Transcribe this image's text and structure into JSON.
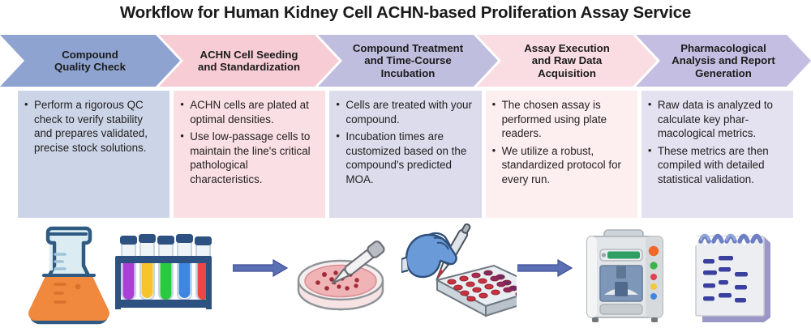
{
  "page": {
    "title": "Workflow for Human Kidney Cell ACHN-based Proliferation Assay Service",
    "background": "#ffffff"
  },
  "banner": {
    "steps": [
      {
        "id": "step-1",
        "label": "Compound\nQuality Check",
        "fill": "#8ea3d0",
        "text_color": "#1b1b1b"
      },
      {
        "id": "step-2",
        "label": "ACHN Cell Seeding\nand Standardization",
        "fill": "#f7ccd5",
        "text_color": "#1b1b1b"
      },
      {
        "id": "step-3",
        "label": "Compound Treatment\nand Time-Course\nIncubation",
        "fill": "#c0bedf",
        "text_color": "#1b1b1b"
      },
      {
        "id": "step-4",
        "label": "Assay Execution\nand Raw Data\nAcquisition",
        "fill": "#fadde2",
        "text_color": "#1b1b1b"
      },
      {
        "id": "step-5",
        "label": "Pharmacological\nAnalysis and Report\nGeneration",
        "fill": "#c4bfe2",
        "text_color": "#1b1b1b"
      }
    ]
  },
  "detail_boxes": [
    {
      "id": "box-1",
      "fill": "#ccd5e8",
      "bullets": [
        "Perform a rigorous QC check to verify stability and prepares validated, precise stock solutions."
      ]
    },
    {
      "id": "box-2",
      "fill": "#fae0e4",
      "bullets": [
        "ACHN cells are plated at optimal densities.",
        "Use low-passage cells to maintain the line's critical pathological characteristics."
      ]
    },
    {
      "id": "box-3",
      "fill": "#dcdcec",
      "bullets": [
        "Cells are treated with your compound.",
        "Incubation times are customized based on the compound's predicted MOA."
      ]
    },
    {
      "id": "box-4",
      "fill": "#fdeef0",
      "bullets": [
        "The chosen assay is performed using plate readers.",
        "We utilize a robust, standardized protocol for every run."
      ]
    },
    {
      "id": "box-5",
      "fill": "#e4e1f0",
      "bullets": [
        "Raw data is analyzed to calculate key phar-macological metrics.",
        "These metrics are then compiled with detailed statistical validation."
      ]
    }
  ],
  "illustrations": [
    {
      "id": "illus-1",
      "icon": "erlenmeyer-flask-icon",
      "caption": "Erlenmeyer flask with orange solution"
    },
    {
      "id": "illus-2",
      "icon": "test-tube-rack-icon",
      "caption": "Rack of five colored test tubes"
    },
    {
      "id": "illus-3",
      "icon": "arrow-right-icon",
      "caption": "Process arrow"
    },
    {
      "id": "illus-4",
      "icon": "petri-dish-pipette-icon",
      "caption": "Petri dish with dropper pipette"
    },
    {
      "id": "illus-5",
      "icon": "gloved-hand-microplate-icon",
      "caption": "Gloved hand pipetting into microplate"
    },
    {
      "id": "illus-6",
      "icon": "arrow-right-icon",
      "caption": "Process arrow"
    },
    {
      "id": "illus-7",
      "icon": "plate-reader-instrument-icon",
      "caption": "Benchtop plate reader instrument"
    },
    {
      "id": "illus-8",
      "icon": "report-notepad-icon",
      "caption": "Spiral notepad report"
    }
  ],
  "colors": {
    "arrow_connector": "#5b6fb5",
    "flask_glass": "#d9e8ef",
    "flask_liquid": "#f0883e",
    "flask_outline": "#2f5a82",
    "tube_purple": "#a93fd4",
    "tube_yellow": "#f5c52b",
    "tube_green": "#2bc940",
    "tube_blue": "#3f86e0",
    "tube_red": "#ef4444",
    "rack_navy": "#2d5180",
    "dish_medium": "#f0b3b6",
    "dish_colony": "#9e2b35",
    "glove_blue": "#6a9bd8",
    "plate_well": "#c8313f",
    "instrument_body": "#e3e6e8",
    "instrument_display": "#2e9e63",
    "notepad_body": "#eceef2",
    "notepad_spiral": "#6f7fc4",
    "notepad_line": "#3b3f9e"
  }
}
